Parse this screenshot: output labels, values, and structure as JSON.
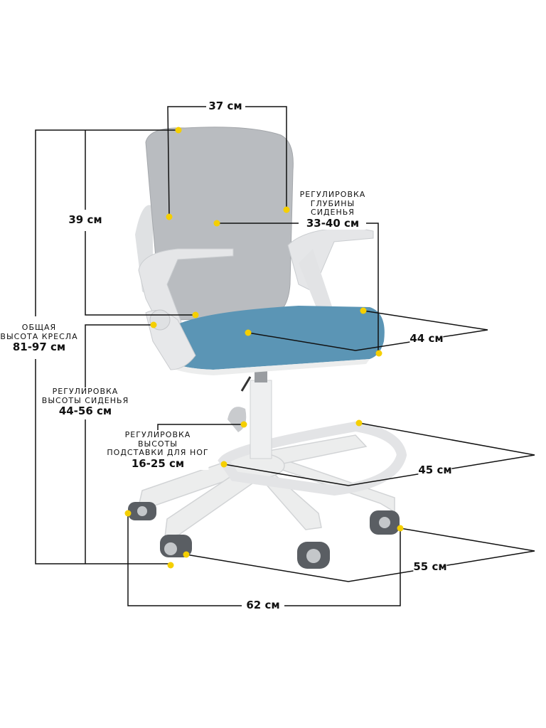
{
  "dimensions": {
    "back_width": "37 см",
    "back_height": "39 см",
    "depth_title": "РЕГУЛИРОВКА ГЛУБИНЫ СИДЕНЬЯ",
    "depth_title_lines": [
      "РЕГУЛИРОВКА",
      "ГЛУБИНЫ",
      "СИДЕНЬЯ"
    ],
    "depth_value": "33-40 см",
    "seat_width": "44 см",
    "total_height_title_lines": [
      "ОБЩАЯ",
      "ВЫСОТА КРЕСЛА"
    ],
    "total_height_value": "81-97 см",
    "seat_height_title_lines": [
      "РЕГУЛИРОВКА",
      "ВЫСОТЫ СИДЕНЬЯ"
    ],
    "seat_height_value": "44-56 см",
    "footrest_title_lines": [
      "РЕГУЛИРОВКА",
      "ВЫСОТЫ",
      "ПОДСТАВКИ ДЛЯ НОГ"
    ],
    "footrest_value": "16-25 см",
    "footrest_width": "45 см",
    "base_depth": "55 см",
    "base_width": "62 см"
  },
  "colors": {
    "marker": "#f5cf00",
    "line": "#111111",
    "seat": "#5b95b5",
    "mesh": "#b9bcc0",
    "frame": "#e9eaec"
  }
}
